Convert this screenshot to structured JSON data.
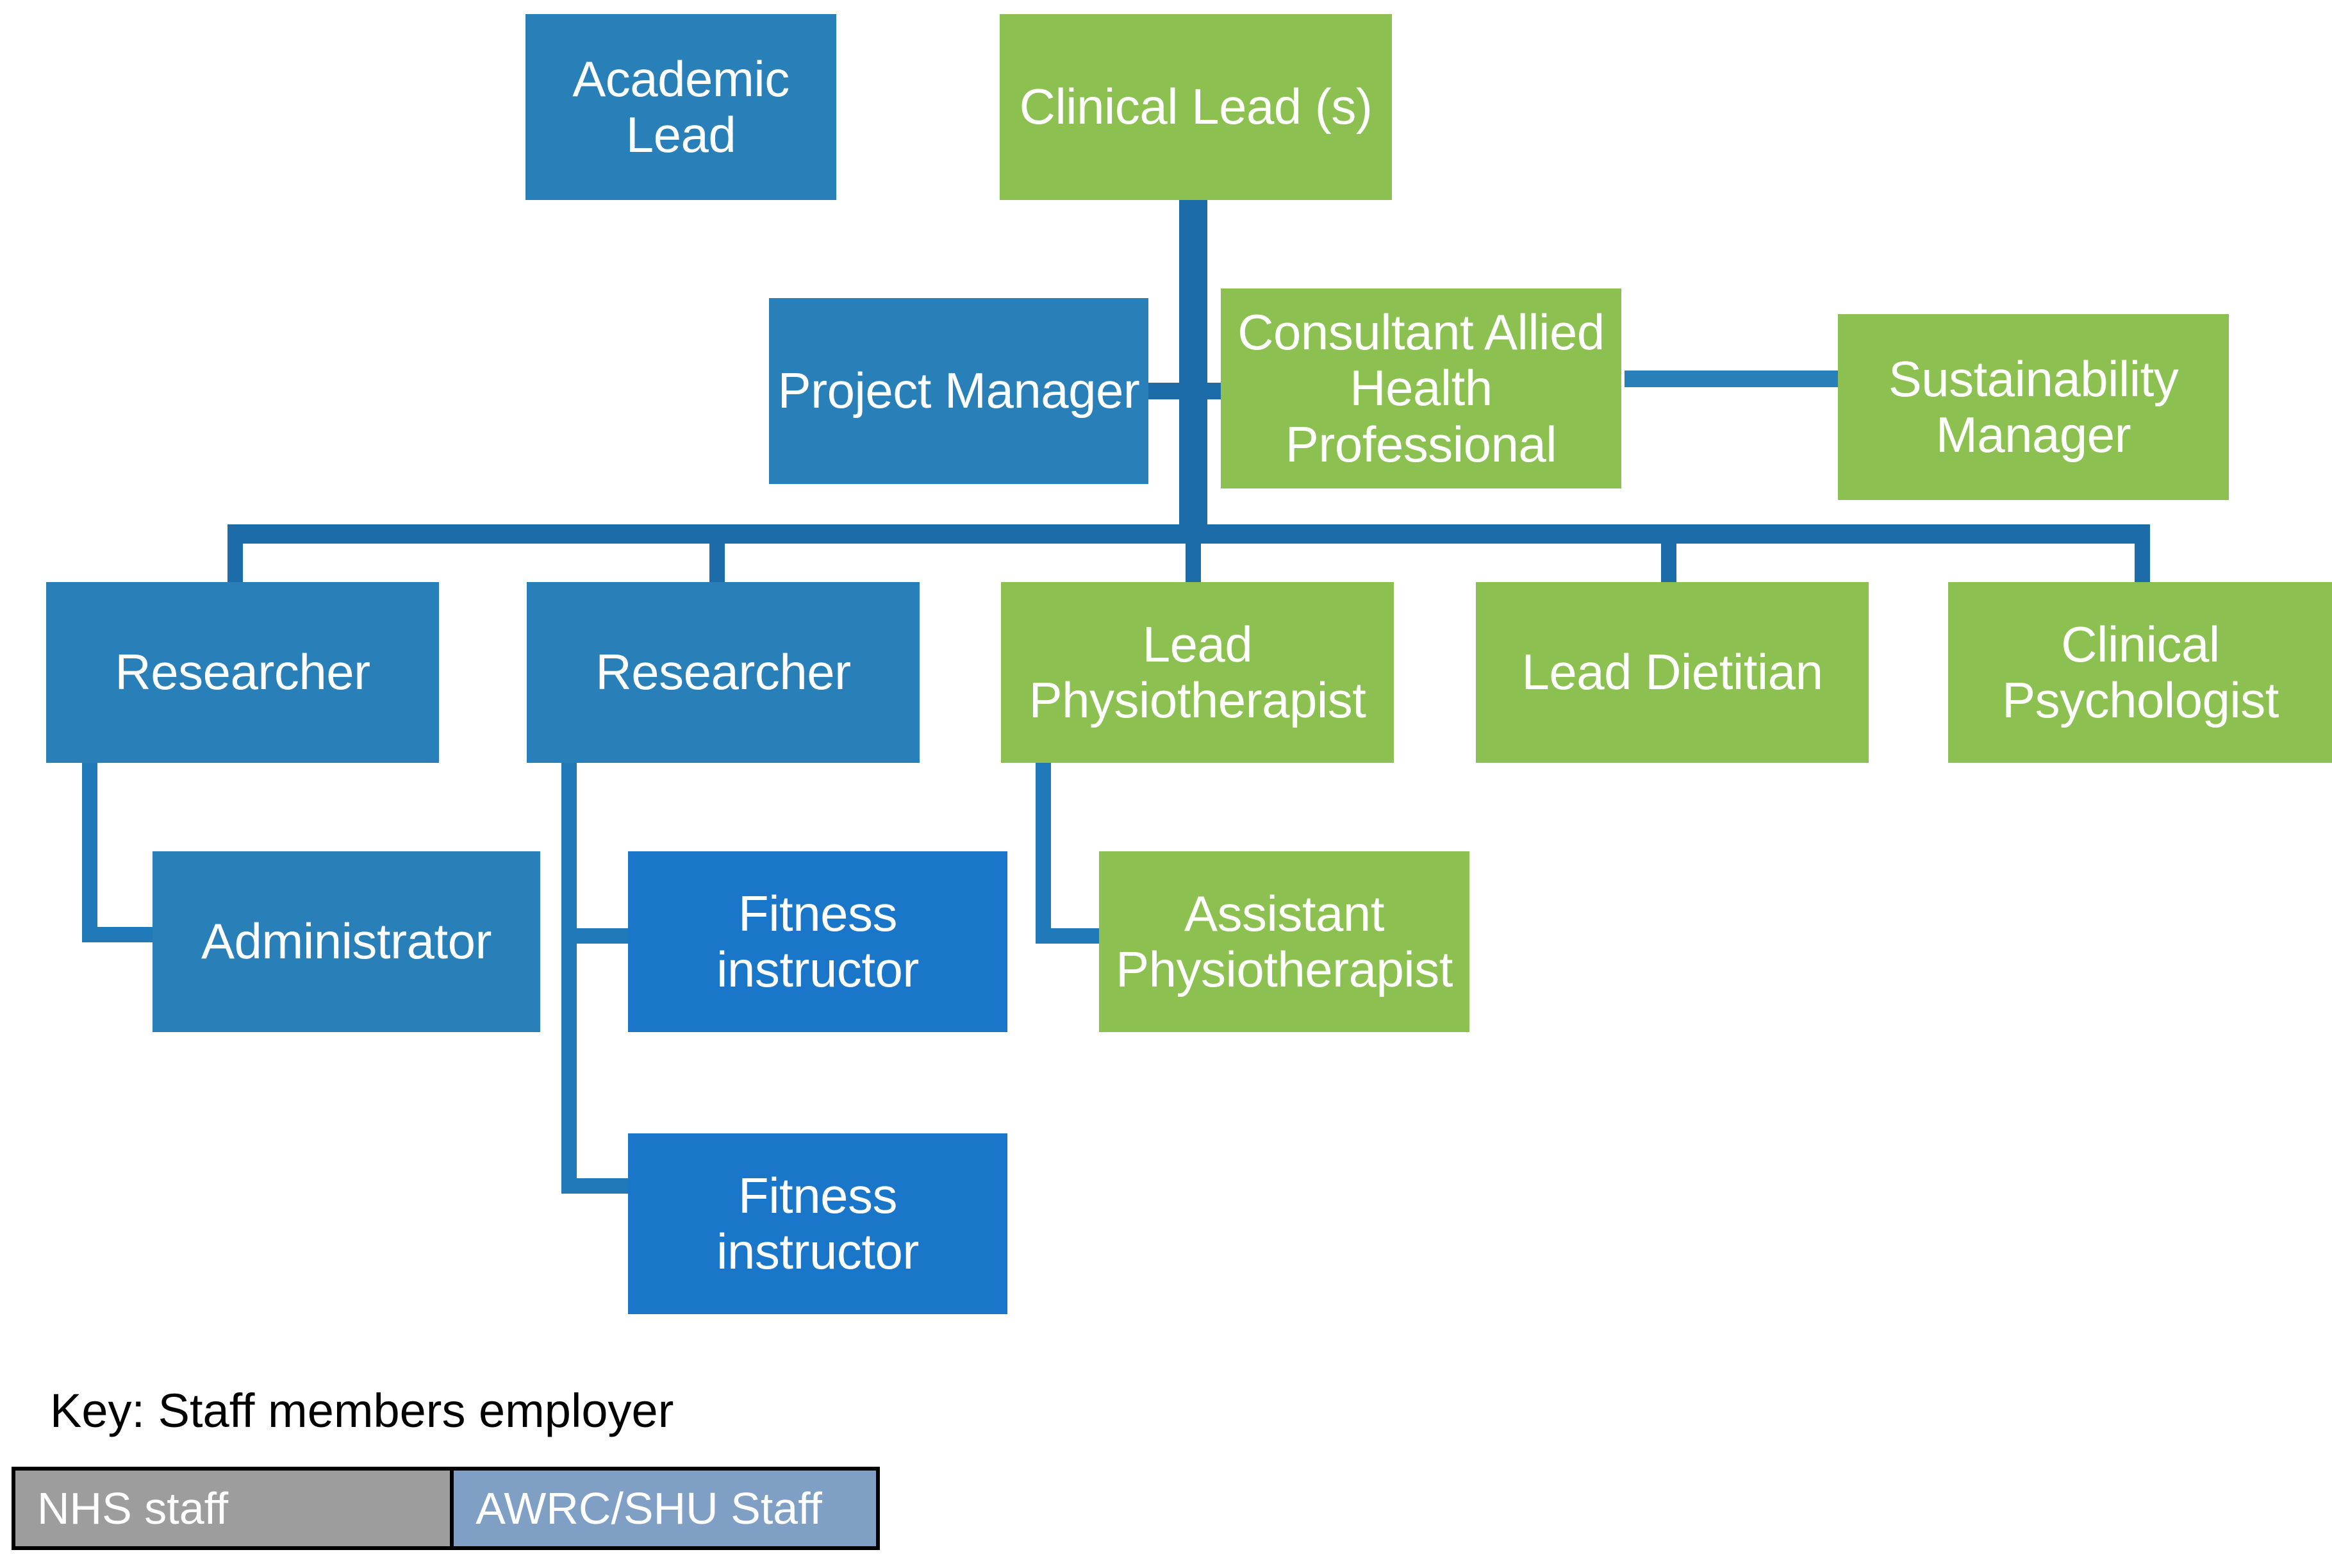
{
  "diagram": {
    "title_text_visible": false,
    "palette": {
      "blue": "#2980b9",
      "blue_dark": "#1a76c8",
      "green": "#8cc152",
      "connector": "#1b6ca8",
      "connector_light": "#2980b9",
      "legend_grey": "#9d9d9d",
      "legend_blue_grey": "#7f9fc4",
      "text_on_fill": "#ffffff",
      "text_plain": "#000000"
    },
    "nodes": [
      {
        "id": "academic-lead",
        "label": "Academic Lead",
        "employer": "AWRC/SHU Staff",
        "color": "blue"
      },
      {
        "id": "clinical-lead",
        "label": "Clinical Lead (s)",
        "employer": "NHS staff",
        "color": "green"
      },
      {
        "id": "project-manager",
        "label": "Project Manager",
        "employer": "AWRC/SHU Staff",
        "color": "blue"
      },
      {
        "id": "consultant-ahp",
        "label": "Consultant Allied Health Professional",
        "employer": "NHS staff",
        "color": "green"
      },
      {
        "id": "sustainability-manager",
        "label": "Sustainability Manager",
        "employer": "NHS staff",
        "color": "green"
      },
      {
        "id": "researcher-1",
        "label": "Researcher",
        "employer": "AWRC/SHU Staff",
        "color": "blue"
      },
      {
        "id": "researcher-2",
        "label": "Researcher",
        "employer": "AWRC/SHU Staff",
        "color": "blue"
      },
      {
        "id": "lead-physiotherapist",
        "label": "Lead Physiotherapist",
        "employer": "NHS staff",
        "color": "green"
      },
      {
        "id": "lead-dietitian",
        "label": "Lead Dietitian",
        "employer": "NHS staff",
        "color": "green"
      },
      {
        "id": "clinical-psychologist",
        "label": "Clinical Psychologist",
        "employer": "NHS staff",
        "color": "green"
      },
      {
        "id": "administrator",
        "label": "Administrator",
        "employer": "AWRC/SHU Staff",
        "color": "blue"
      },
      {
        "id": "fitness-instructor-1",
        "label": "Fitness instructor",
        "employer": "AWRC/SHU Staff",
        "color": "blue2"
      },
      {
        "id": "fitness-instructor-2",
        "label": "Fitness instructor",
        "employer": "AWRC/SHU Staff",
        "color": "blue2"
      },
      {
        "id": "assistant-physiotherapist",
        "label": "Assistant Physiotherapist",
        "employer": "NHS staff",
        "color": "green"
      }
    ],
    "edges": [
      {
        "from": "clinical-lead",
        "to": "distribution-bar",
        "style": "vertical-trunk"
      },
      {
        "from": "project-manager",
        "to": "consultant-ahp",
        "style": "horizontal"
      },
      {
        "from": "consultant-ahp",
        "to": "sustainability-manager",
        "style": "horizontal"
      },
      {
        "from": "distribution-bar",
        "to": "researcher-1",
        "style": "drop"
      },
      {
        "from": "distribution-bar",
        "to": "researcher-2",
        "style": "drop"
      },
      {
        "from": "distribution-bar",
        "to": "lead-physiotherapist",
        "style": "drop"
      },
      {
        "from": "distribution-bar",
        "to": "lead-dietitian",
        "style": "drop"
      },
      {
        "from": "distribution-bar",
        "to": "clinical-psychologist",
        "style": "drop"
      },
      {
        "from": "researcher-1",
        "to": "administrator",
        "style": "elbow"
      },
      {
        "from": "researcher-2",
        "to": "fitness-instructor-1",
        "style": "elbow"
      },
      {
        "from": "researcher-2",
        "to": "fitness-instructor-2",
        "style": "elbow"
      },
      {
        "from": "lead-physiotherapist",
        "to": "assistant-physiotherapist",
        "style": "elbow"
      }
    ]
  },
  "key": {
    "label": "Key: Staff members employer",
    "entries": [
      {
        "id": "nhs",
        "label": "NHS staff"
      },
      {
        "id": "awrc",
        "label": "AWRC/SHU Staff"
      }
    ]
  }
}
